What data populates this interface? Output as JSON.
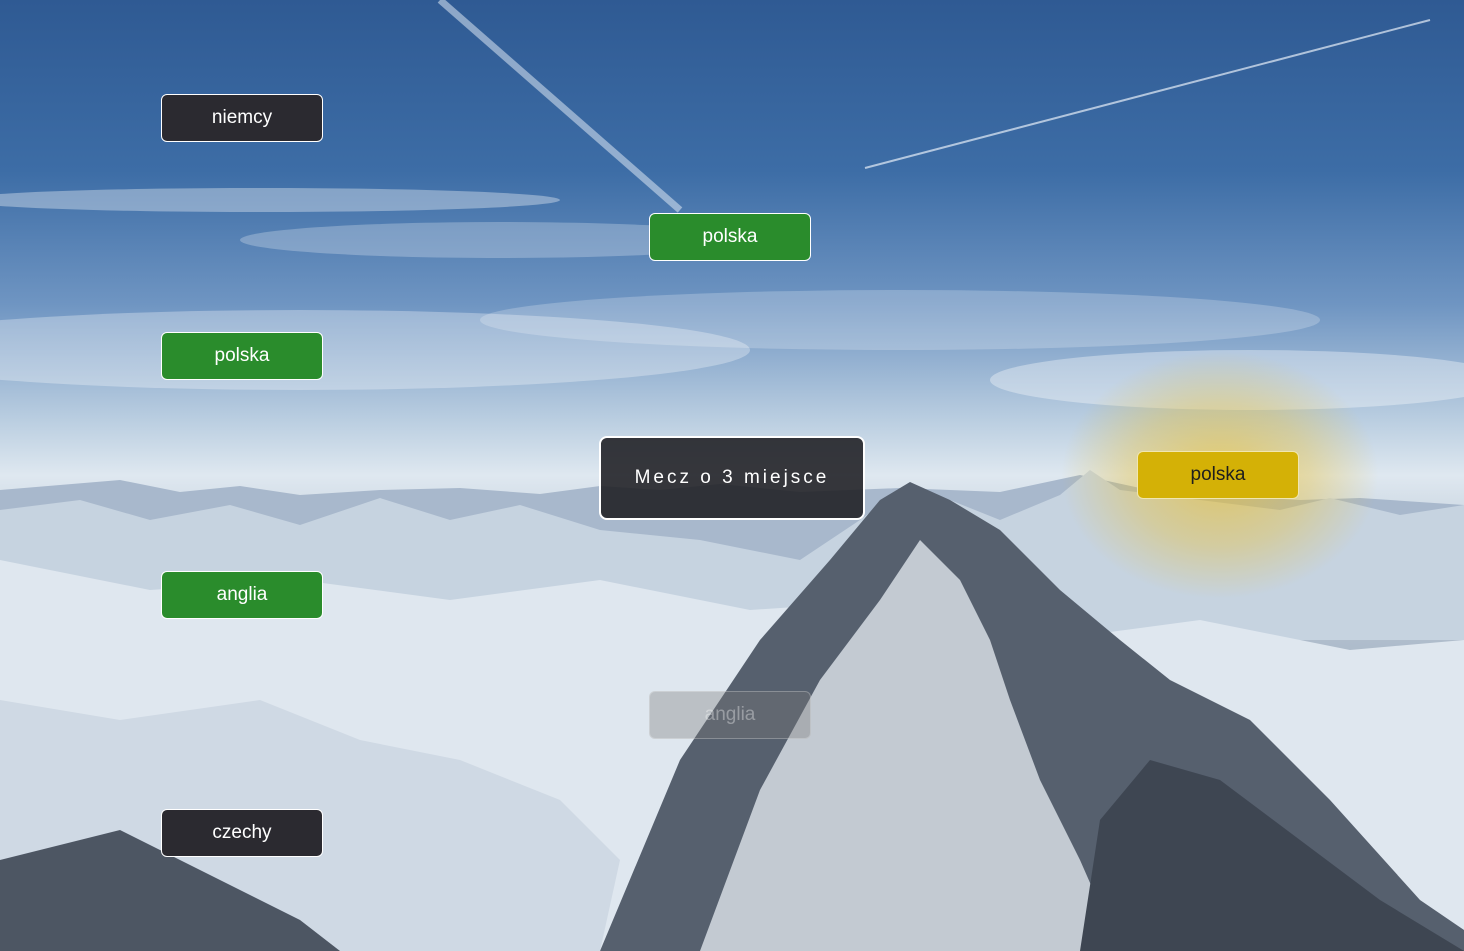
{
  "bracket": {
    "title": "Mecz o 3 miejsce",
    "left": [
      "niemcy",
      "polska",
      "anglia",
      "czechy"
    ],
    "semifinal_top": "polska",
    "semifinal_bottom": "anglia",
    "winner": "polska"
  },
  "colors": {
    "dark": "#2b2a30",
    "green": "#2a8c2c",
    "gold": "#d4b106"
  }
}
